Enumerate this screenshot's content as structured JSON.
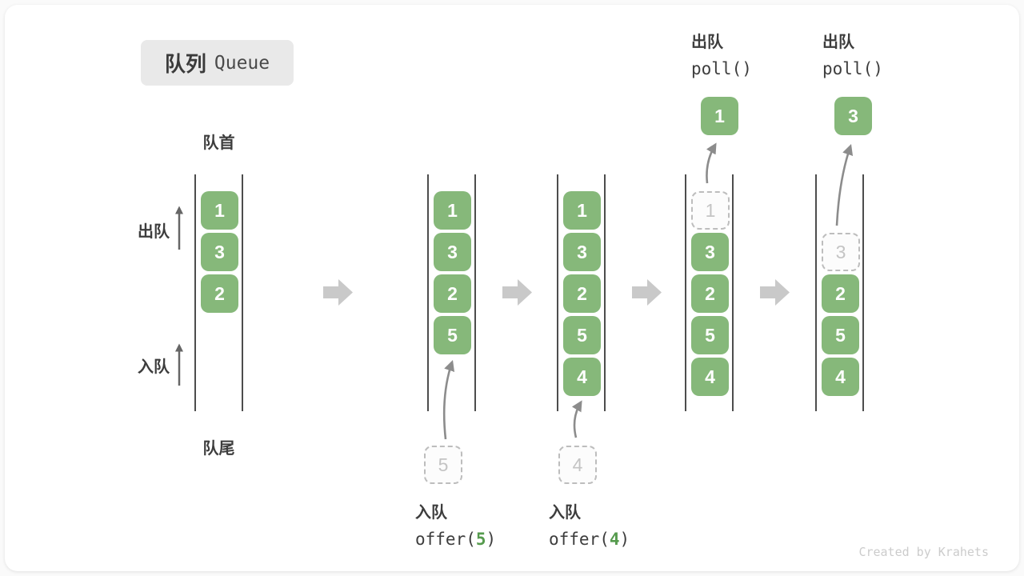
{
  "title": {
    "zh": "队列",
    "en": "Queue"
  },
  "position_labels": {
    "front": "队首",
    "rear": "队尾"
  },
  "side_labels": {
    "dequeue": "出队",
    "enqueue": "入队"
  },
  "colors": {
    "box_green": "#86b87a",
    "code_arg_green": "#569b4e",
    "line_gray": "#4d4d4d",
    "step_arrow_gray": "#c9c9c9",
    "thin_arrow_gray": "#8c8c8c"
  },
  "states": [
    {
      "name": "initial",
      "items": [
        "1",
        "3",
        "2"
      ]
    },
    {
      "name": "after-offer-5",
      "items": [
        "1",
        "3",
        "2",
        "5"
      ],
      "incoming": "5",
      "op": {
        "zh": "入队",
        "fn": "offer(",
        "arg": "5",
        "close": ")"
      }
    },
    {
      "name": "after-offer-4",
      "items": [
        "1",
        "3",
        "2",
        "5",
        "4"
      ],
      "incoming": "4",
      "op": {
        "zh": "入队",
        "fn": "offer(",
        "arg": "4",
        "close": ")"
      }
    },
    {
      "name": "after-poll-1",
      "items": [
        "3",
        "2",
        "5",
        "4"
      ],
      "removed": "1",
      "polled": "1",
      "op": {
        "zh": "出队",
        "fn": "poll()"
      }
    },
    {
      "name": "after-poll-3",
      "items": [
        "2",
        "5",
        "4"
      ],
      "removed": "3",
      "polled": "3",
      "op": {
        "zh": "出队",
        "fn": "poll()"
      }
    }
  ],
  "watermark": "Created by Krahets"
}
